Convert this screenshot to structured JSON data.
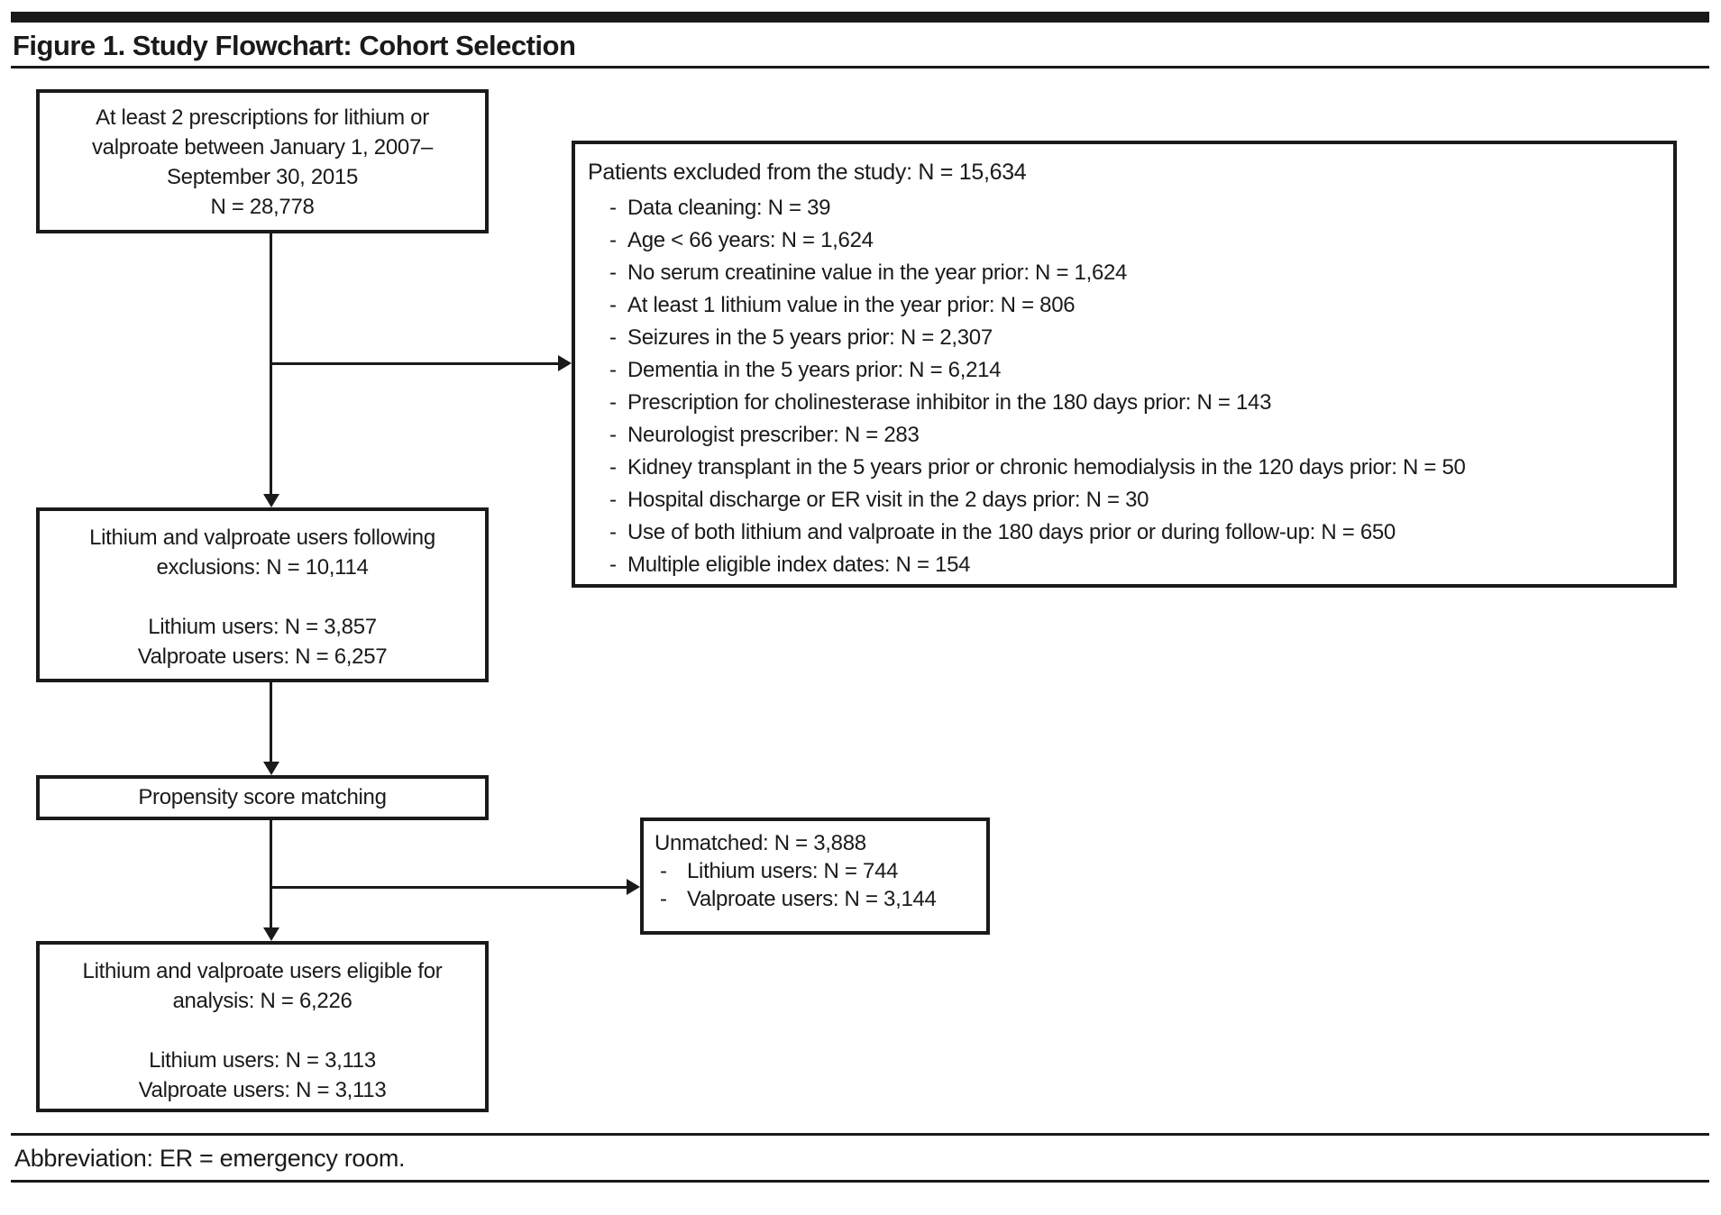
{
  "page": {
    "title": "Figure 1. Study Flowchart: Cohort Selection"
  },
  "colors": {
    "ink": "#1a1a1a",
    "background": "#ffffff"
  },
  "bullet_glyph": "-",
  "flow": {
    "box_initial": {
      "lines": [
        "At least 2 prescriptions for lithium or",
        "valproate between January 1, 2007–",
        "September 30, 2015",
        "N = 28,778"
      ]
    },
    "exclusions": {
      "header": "Patients excluded from the study: N = 15,634",
      "items": [
        "Data cleaning: N = 39",
        "Age < 66 years: N = 1,624",
        "No serum creatinine value in the year prior: N = 1,624",
        "At least 1 lithium value in the year prior: N = 806",
        "Seizures in the 5 years prior: N = 2,307",
        "Dementia in the 5 years prior: N = 6,214",
        "Prescription for cholinesterase inhibitor in the 180 days prior: N = 143",
        "Neurologist prescriber: N = 283",
        "Kidney transplant in the 5 years prior or chronic hemodialysis in the 120 days prior: N = 50",
        "Hospital discharge or ER visit in the 2 days prior: N = 30",
        "Use of both lithium and valproate in the 180 days prior or during follow-up: N = 650",
        "Multiple eligible index dates: N = 154"
      ]
    },
    "box_after_exclusions": {
      "lines": [
        "Lithium and valproate users following",
        "exclusions: N = 10,114",
        "",
        "Lithium users: N = 3,857",
        "Valproate users: N = 6,257"
      ]
    },
    "box_matching": {
      "label": "Propensity score matching"
    },
    "unmatched": {
      "header": "Unmatched: N = 3,888",
      "items": [
        "Lithium users: N = 744",
        "Valproate users: N = 3,144"
      ]
    },
    "box_final": {
      "lines": [
        "Lithium and valproate users eligible for",
        "analysis: N = 6,226",
        "",
        "Lithium users: N = 3,113",
        "Valproate users: N = 3,113"
      ]
    }
  },
  "footer": {
    "abbreviation": "Abbreviation: ER = emergency room."
  }
}
